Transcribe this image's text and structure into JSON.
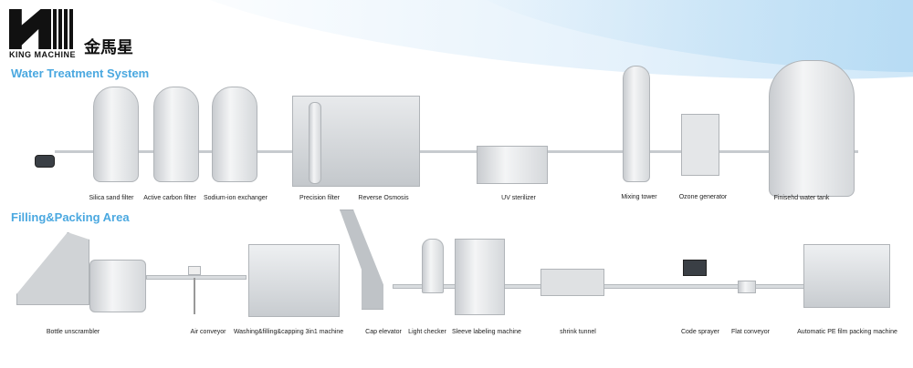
{
  "logo": {
    "brand_en": "KING MACHINE",
    "brand_cn": "金馬星"
  },
  "water_treatment": {
    "title": "Water Treatment System",
    "items": [
      "Silica sand filter",
      "Active carbon filter",
      "Sodium-ion exchanger",
      "Precision filter",
      "Reverse Osmosis",
      "UV sterilizer",
      "Mixing tower",
      "Ozone generator",
      "Finisehd water tank"
    ]
  },
  "filling_packing": {
    "title": "Filling&Packing Area",
    "items": [
      "Bottle unscrambler",
      "Air conveyor",
      "Washing&filling&capping 3in1 machine",
      "Cap elevator",
      "Light checker",
      "Sleeve labeling machine",
      "shrink tunnel",
      "Code sprayer",
      "Flat conveyor",
      "Automatic PE film packing machine"
    ]
  }
}
